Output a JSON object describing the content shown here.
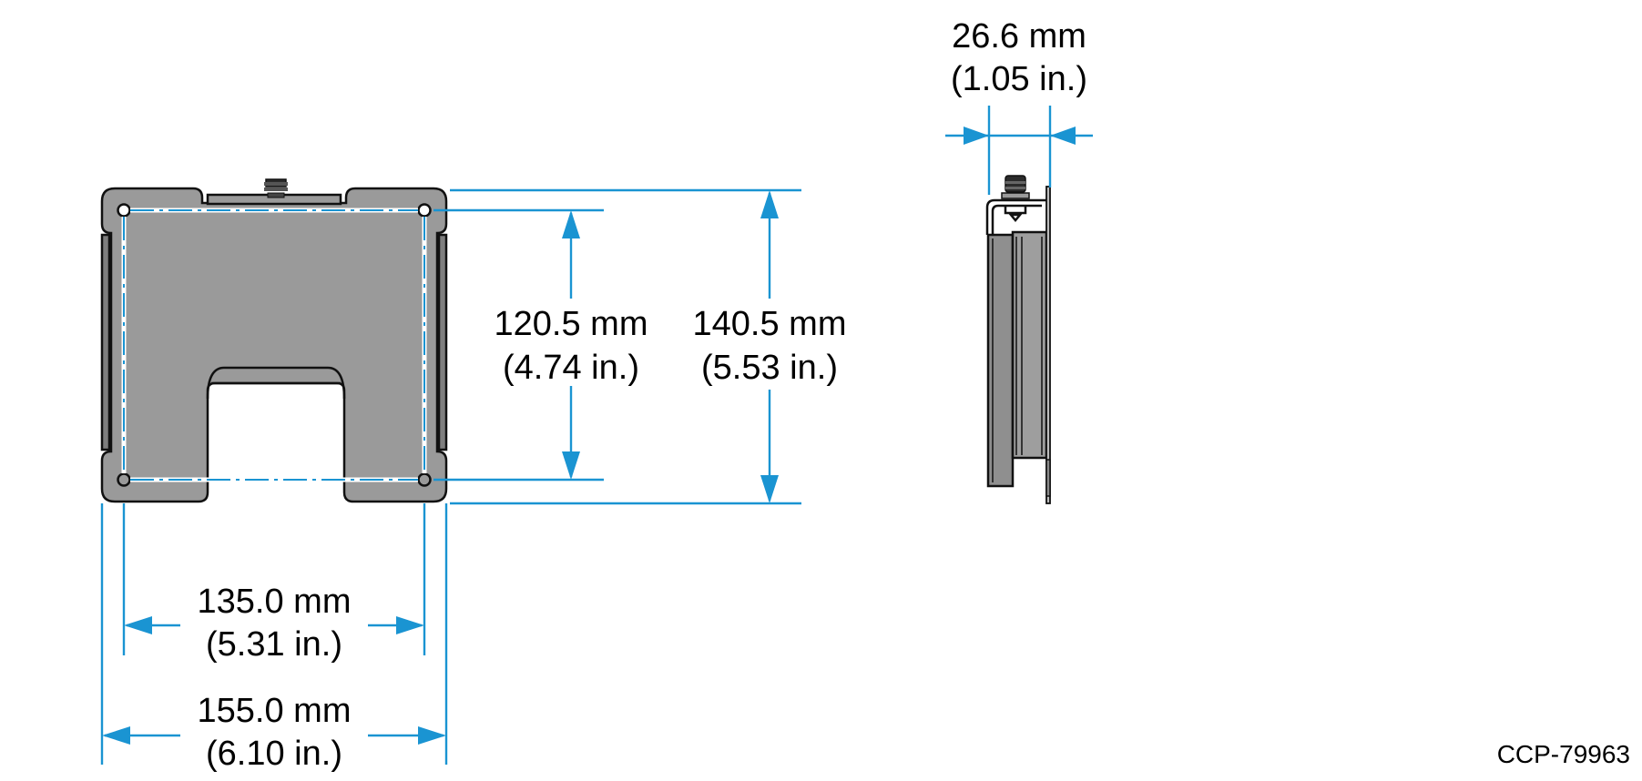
{
  "dimensions": {
    "depth": {
      "mm": "26.6 mm",
      "in": "(1.05 in.)"
    },
    "hole_vertical": {
      "mm": "120.5 mm",
      "in": "(4.74 in.)"
    },
    "overall_height": {
      "mm": "140.5 mm",
      "in": "(5.53 in.)"
    },
    "hole_horizontal": {
      "mm": "135.0 mm",
      "in": "(5.31 in.)"
    },
    "overall_width": {
      "mm": "155.0 mm",
      "in": "(6.10 in.)"
    }
  },
  "figure_code": "CCP-79963",
  "colors": {
    "dimension": "#1a94d2",
    "plate": "#9a9a9a",
    "outline": "#111111"
  }
}
